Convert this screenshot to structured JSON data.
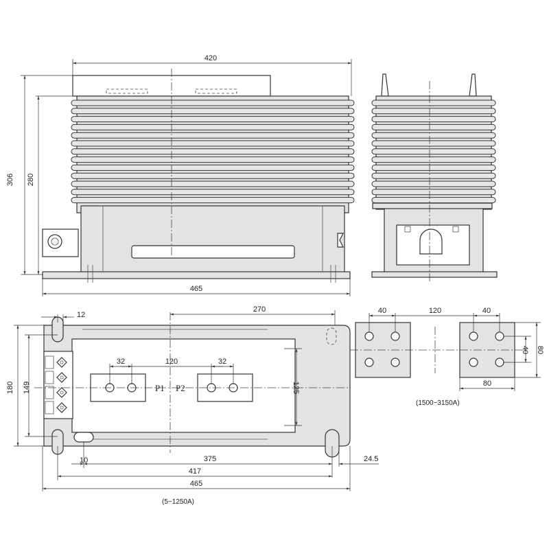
{
  "front_view": {
    "dims": {
      "width_top": "420",
      "height_total": "306",
      "height_body": "280",
      "width_base": "465"
    }
  },
  "bottom_view": {
    "dims": {
      "slot_12": "12",
      "span_270": "270",
      "height_180": "180",
      "height_149": "149",
      "hole_32_left": "32",
      "pitch_120": "120",
      "hole_32_right": "32",
      "height_125": "125",
      "slot_10": "10",
      "span_375": "375",
      "span_24_5": "24.5",
      "span_417": "417",
      "width_465": "465"
    },
    "terminals": {
      "p1": "P1",
      "p2": "P2"
    },
    "range_note": "(5~1250A)"
  },
  "terminal_detail": {
    "dims": {
      "pitch_40_left": "40",
      "pitch_120": "120",
      "pitch_40_right": "40",
      "vert_40": "40",
      "vert_80": "80",
      "width_80": "80"
    },
    "range_note": "(1500~3150A)"
  }
}
